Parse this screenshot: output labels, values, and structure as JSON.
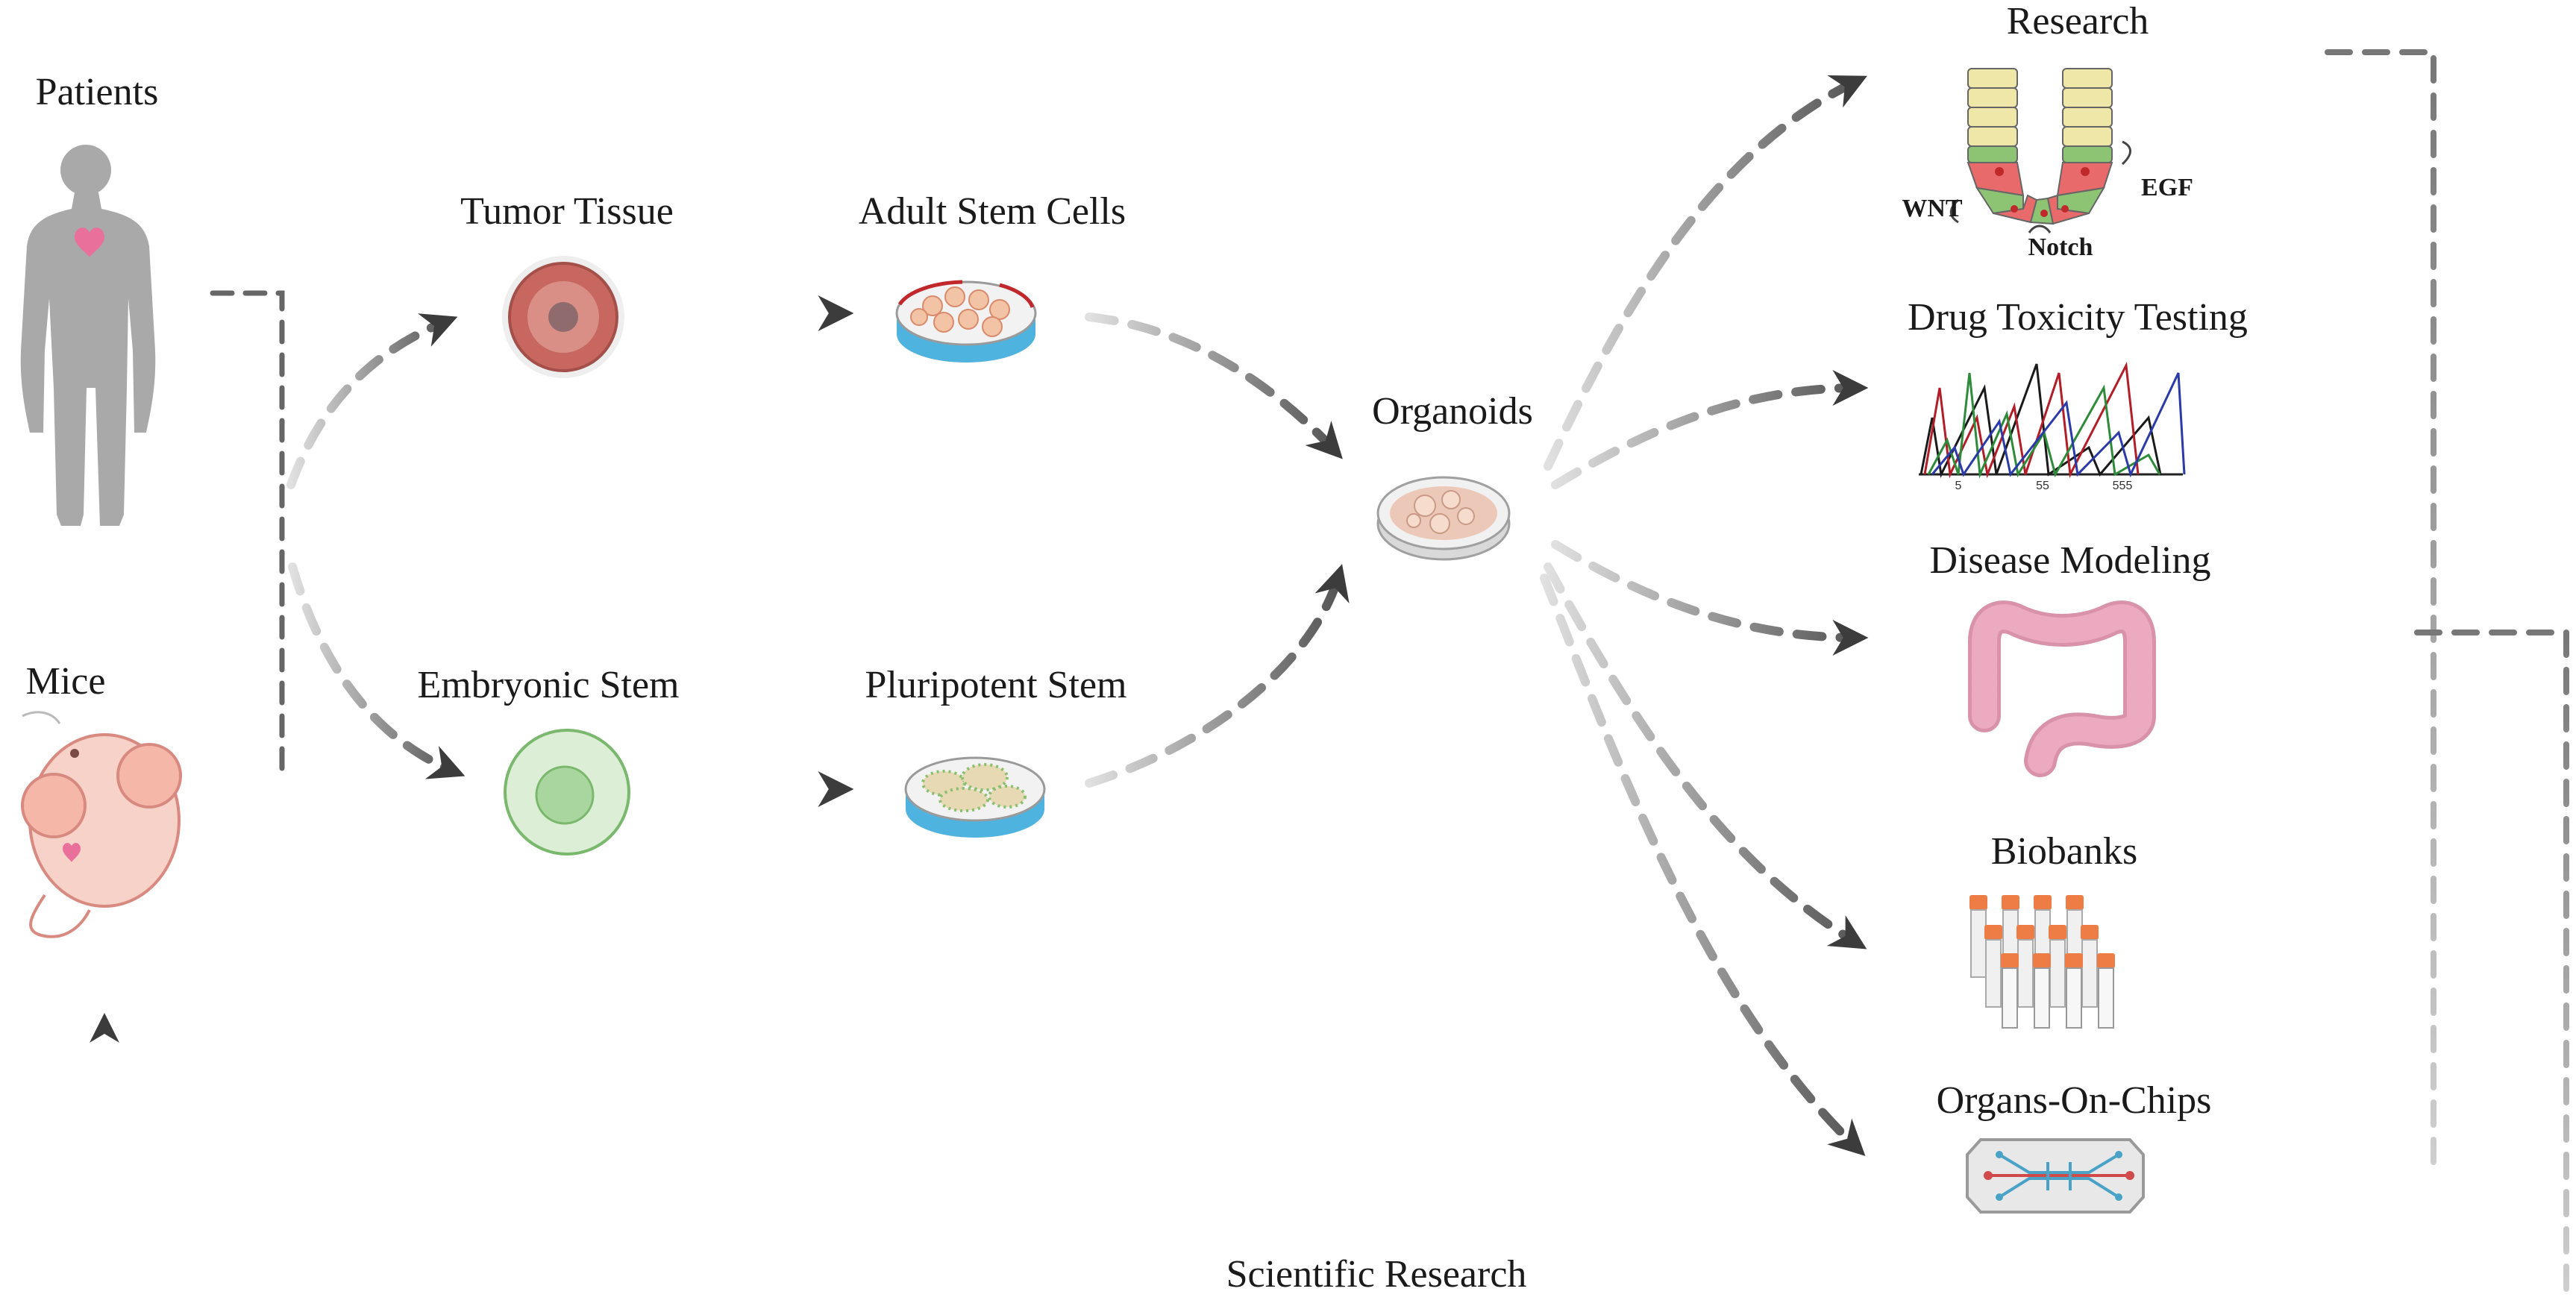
{
  "labels": {
    "patients": "Patients",
    "mice": "Mice",
    "tumor_tissue": "Tumor Tissue",
    "adult_stem_cells": "Adult Stem Cells",
    "embryonic_stem": "Embryonic Stem",
    "pluripotent_stem": "Pluripotent Stem",
    "organoids": "Organoids",
    "research": "Research",
    "drug_toxicity": "Drug Toxicity Testing",
    "disease_modeling": "Disease Modeling",
    "biobanks": "Biobanks",
    "organs_on_chips": "Organs-On-Chips",
    "scientific_research": "Scientific Research"
  },
  "crypt_labels": {
    "wnt": "WNT",
    "egf": "EGF",
    "notch": "Notch"
  },
  "chromatogram_ticks": [
    "5",
    "55",
    "555"
  ],
  "icons": {
    "patients": "human-silhouette-icon",
    "mice": "mouse-icon",
    "tumor_tissue": "tumor-tissue-icon",
    "adult_stem_cells": "culture-dish-icon",
    "embryonic_stem": "stem-cell-icon",
    "pluripotent_stem": "culture-dish-icon",
    "organoids": "organoid-dish-icon",
    "research": "intestinal-crypt-icon",
    "drug_toxicity": "chromatogram-icon",
    "disease_modeling": "colon-icon",
    "biobanks": "sample-tubes-icon",
    "organs_on_chips": "microfluidic-chip-icon"
  },
  "colors": {
    "arrow": "#4a4a4a",
    "silhouette": "#a9a9a9",
    "heart": "#e8709a",
    "mouse": "#f7c9bd",
    "tumor": "#c8675f",
    "stem_cell": "#a9d59e",
    "medium_blue": "#4fb3e0",
    "colon": "#ecaac1",
    "tube_cap": "#ee7d45"
  }
}
